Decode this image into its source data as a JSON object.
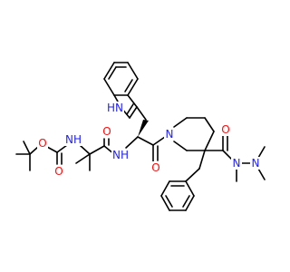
{
  "molecule": {
    "atom_labels": {
      "nh_indole": "HN",
      "nh_amide_boc": "NH",
      "nh_amide_trp": "NH",
      "n_piperidine": "N",
      "o_boc_ether": "O",
      "o_boc_carbonyl": "O",
      "o_aib_carbonyl": "O",
      "o_trp_carbonyl": "O",
      "o_hydrazide_carbonyl": "O",
      "n_hydrazide_1": "N",
      "n_hydrazide_2": "N"
    },
    "colors": {
      "nitrogen": "#1f1fff",
      "oxygen": "#ff0d0d",
      "carbon": "#000000",
      "background": "#ffffff"
    }
  }
}
